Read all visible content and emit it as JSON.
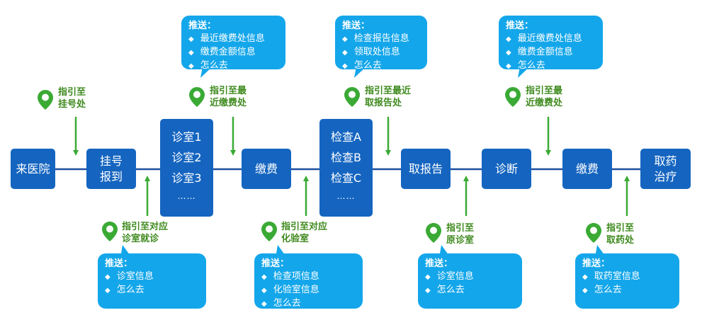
{
  "steps": [
    {
      "id": "come",
      "lines": [
        "来医院"
      ]
    },
    {
      "id": "register",
      "lines": [
        "挂号",
        "报到"
      ]
    },
    {
      "id": "clinic",
      "lines": [
        "诊室1",
        "诊室2",
        "诊室3"
      ],
      "more": "……"
    },
    {
      "id": "pay1",
      "lines": [
        "缴费"
      ]
    },
    {
      "id": "exam",
      "lines": [
        "检查A",
        "检查B",
        "检查C"
      ],
      "more": "……"
    },
    {
      "id": "report",
      "lines": [
        "取报告"
      ]
    },
    {
      "id": "diagnosis",
      "lines": [
        "诊断"
      ]
    },
    {
      "id": "pay2",
      "lines": [
        "缴费"
      ]
    },
    {
      "id": "medicine",
      "lines": [
        "取药",
        "治疗"
      ]
    }
  ],
  "bubbles": [
    {
      "id": "push-pay1",
      "heading": "推送：",
      "items": [
        "最近缴费处信息",
        "缴费金额信息",
        "怎么去"
      ]
    },
    {
      "id": "push-report",
      "heading": "推送：",
      "items": [
        "检查报告信息",
        "领取处信息",
        "怎么去"
      ]
    },
    {
      "id": "push-pay2",
      "heading": "推送：",
      "items": [
        "最近缴费处信息",
        "缴费金额信息",
        "怎么去"
      ]
    },
    {
      "id": "push-clinic",
      "heading": "推送：",
      "items": [
        "诊室信息",
        "怎么去"
      ]
    },
    {
      "id": "push-lab",
      "heading": "推送：",
      "items": [
        "检查项信息",
        "化验室信息",
        "怎么去"
      ]
    },
    {
      "id": "push-origin",
      "heading": "推送：",
      "items": [
        "诊室信息",
        "怎么去"
      ]
    },
    {
      "id": "push-pharmacy",
      "heading": "推送：",
      "items": [
        "取药室信息",
        "怎么去"
      ]
    }
  ],
  "guides": [
    {
      "id": "guide-register",
      "lines": [
        "指引至",
        "挂号处"
      ]
    },
    {
      "id": "guide-pay1",
      "lines": [
        "指引至最",
        "近缴费处"
      ]
    },
    {
      "id": "guide-report",
      "lines": [
        "指引至最近",
        "取报告处"
      ]
    },
    {
      "id": "guide-pay2",
      "lines": [
        "指引至最",
        "近缴费处"
      ]
    },
    {
      "id": "guide-clinic",
      "lines": [
        "指引至对应",
        "诊室就诊"
      ]
    },
    {
      "id": "guide-lab",
      "lines": [
        "指引至对应",
        "化验室"
      ]
    },
    {
      "id": "guide-origin",
      "lines": [
        "指引至",
        "原诊室"
      ]
    },
    {
      "id": "guide-pharmacy",
      "lines": [
        "指引至",
        "取药处"
      ]
    }
  ],
  "colors": {
    "step": "#1565c0",
    "bubble": "#14a6ea",
    "guide": "#3f8a1e",
    "arrow": "#3aaa35",
    "flow_line": "#1e4fa0"
  }
}
